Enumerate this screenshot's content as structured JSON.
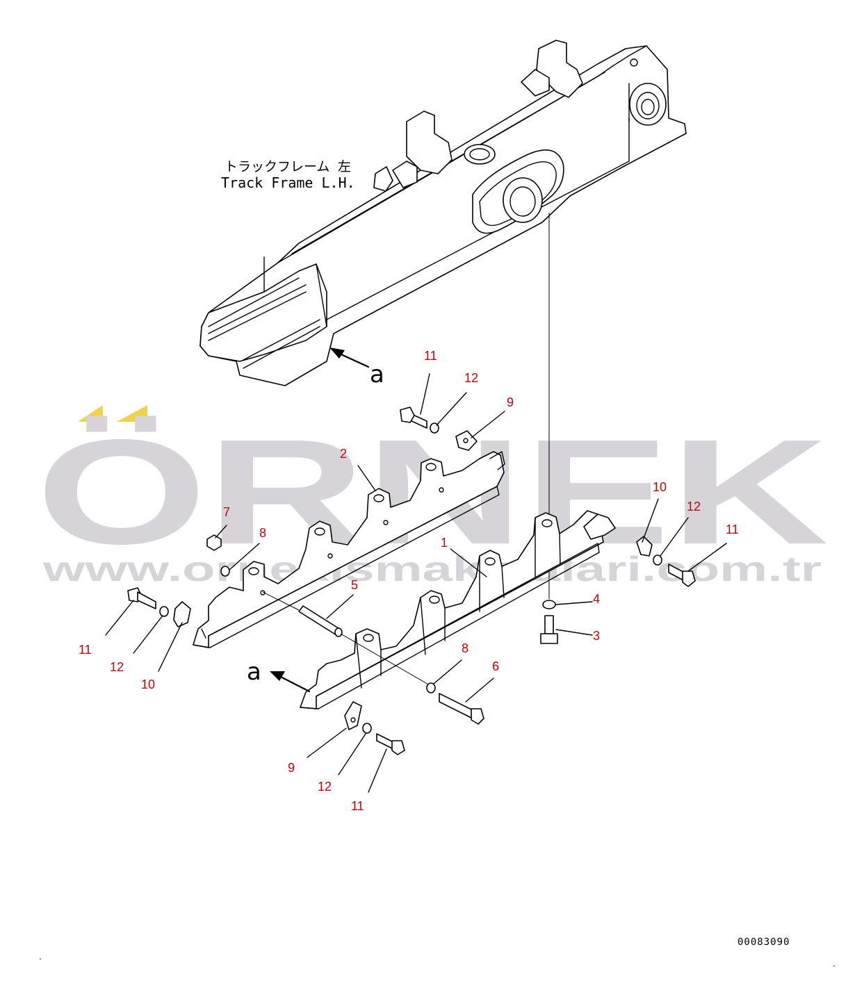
{
  "drawing": {
    "frame_label_jp": "トラックフレーム 左",
    "frame_label_en": "Track Frame L.H.",
    "view_marker": "a",
    "drawing_number": "00083090"
  },
  "watermark": {
    "brand": "ÖRNEK",
    "url": "www.ornekismakinalari.com.tr",
    "accent_color": "#f2d048",
    "gray_color": "#d6d4d8"
  },
  "callout_color": "#c8000a",
  "callouts": [
    {
      "id": "c-11-top",
      "label": "11"
    },
    {
      "id": "c-12-top",
      "label": "12"
    },
    {
      "id": "c-9-top",
      "label": "9"
    },
    {
      "id": "c-2",
      "label": "2"
    },
    {
      "id": "c-10-right",
      "label": "10"
    },
    {
      "id": "c-12-right",
      "label": "12"
    },
    {
      "id": "c-11-right",
      "label": "11"
    },
    {
      "id": "c-7",
      "label": "7"
    },
    {
      "id": "c-8-left",
      "label": "8"
    },
    {
      "id": "c-1",
      "label": "1"
    },
    {
      "id": "c-5",
      "label": "5"
    },
    {
      "id": "c-4",
      "label": "4"
    },
    {
      "id": "c-3",
      "label": "3"
    },
    {
      "id": "c-11-left",
      "label": "11"
    },
    {
      "id": "c-12-left",
      "label": "12"
    },
    {
      "id": "c-10-left",
      "label": "10"
    },
    {
      "id": "c-8-bottom",
      "label": "8"
    },
    {
      "id": "c-6",
      "label": "6"
    },
    {
      "id": "c-9-bottom",
      "label": "9"
    },
    {
      "id": "c-12-bottom",
      "label": "12"
    },
    {
      "id": "c-11-bottom",
      "label": "11"
    }
  ]
}
